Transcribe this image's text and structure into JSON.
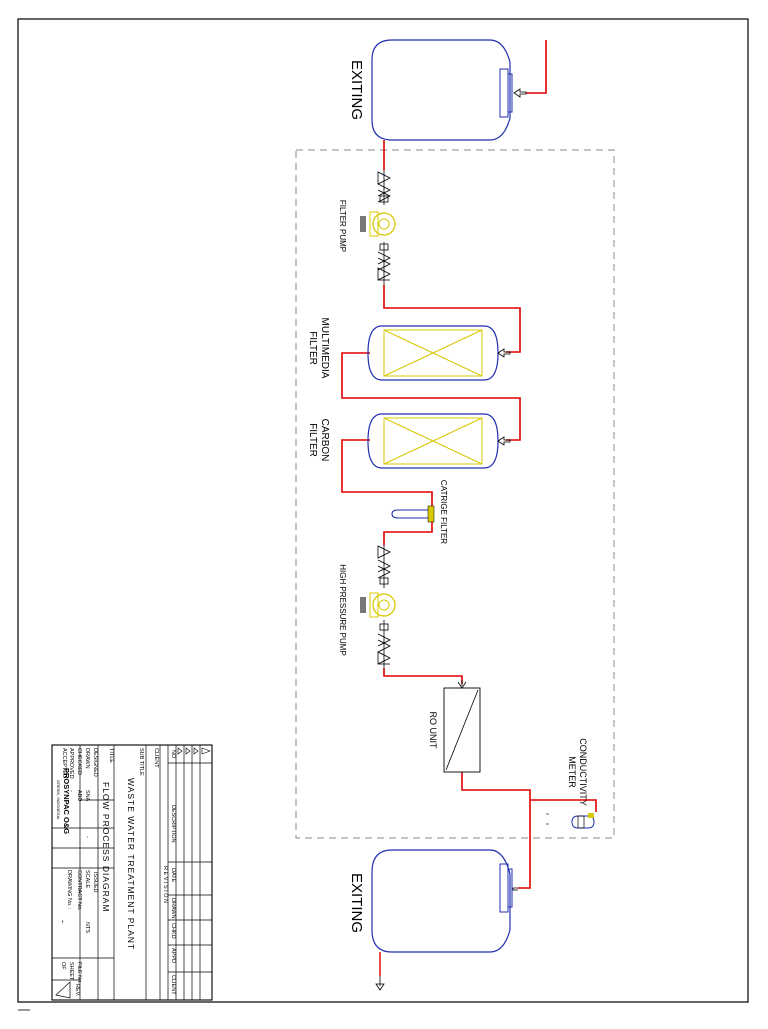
{
  "labels": {
    "exiting_top": "EXITING",
    "exiting_bottom": "EXITING",
    "filter_pump": "FILTER PUMP",
    "multimedia_line1": "MULTIMEDIA",
    "multimedia_line2": "FILTER",
    "carbon_line1": "CARBON",
    "carbon_line2": "FILTER",
    "catrige_filter": "CATRIGE FILTER",
    "high_pressure_pump": "HIGH PRESSURE PUMP",
    "ro_unit": "RO UNIT",
    "conductivity_line1": "CONDUCTIVITY",
    "conductivity_line2": "METER"
  },
  "title_block": {
    "revision_word": "R E V I S I O N",
    "rev_headers": [
      "NO",
      "DESCRIPTION",
      "DATE",
      "DRAWN",
      "CHKD",
      "APPD",
      "CLIENT"
    ],
    "client_label": "CLIENT",
    "sub_title_label": "SUB TITLE",
    "sub_title": "WASTE WATER TREATMENT PLANT",
    "title_label": "TITLE",
    "title": "FLOW PROCESS DIAGRAM",
    "designed_label": "DESIGNED",
    "issued_label": "ISSUED",
    "drawn_label": "DRAWN",
    "drawn_value": "SNA",
    "scale_label": "SCALE",
    "scale_value": "NTS",
    "checked_label": "CHECKED",
    "checked_value": "ABD",
    "approved_label": "APPROVED",
    "approved_value": "-",
    "accepted_label": "ACCEPTED",
    "contract_label": "CONTRACT No.",
    "file_label": "FILE No.",
    "drawing_label": "DRAWING No. :",
    "drawing_value": "-",
    "sheet_label": "SHEET",
    "of_label": "OF",
    "rev_label": "REV.",
    "company_name": "PROSYNPAC O&G",
    "company_location": "GRESIK, INDONESIA",
    "dash": "-"
  }
}
